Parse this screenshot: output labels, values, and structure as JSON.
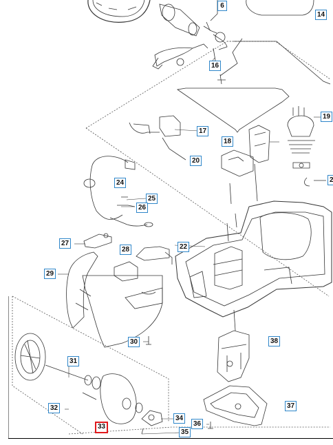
{
  "parts": [
    {
      "id": "p6",
      "label": "6"
    },
    {
      "id": "p14",
      "label": "14"
    },
    {
      "id": "p16",
      "label": "16"
    },
    {
      "id": "p17",
      "label": "17"
    },
    {
      "id": "p18",
      "label": "18"
    },
    {
      "id": "p19",
      "label": "19"
    },
    {
      "id": "p20",
      "label": "20"
    },
    {
      "id": "p24",
      "label": "24"
    },
    {
      "id": "p25",
      "label": "25"
    },
    {
      "id": "p26",
      "label": "26"
    },
    {
      "id": "p27",
      "label": "27"
    },
    {
      "id": "p28",
      "label": "28"
    },
    {
      "id": "p29",
      "label": "29"
    },
    {
      "id": "p22",
      "label": "22"
    },
    {
      "id": "p30",
      "label": "30"
    },
    {
      "id": "p31",
      "label": "31"
    },
    {
      "id": "p32",
      "label": "32"
    },
    {
      "id": "p33",
      "label": "33"
    },
    {
      "id": "p34",
      "label": "34"
    },
    {
      "id": "p35",
      "label": "35"
    },
    {
      "id": "p36",
      "label": "36"
    },
    {
      "id": "p37",
      "label": "37"
    },
    {
      "id": "p38",
      "label": "38"
    },
    {
      "id": "p2x",
      "label": "2"
    }
  ],
  "selected_part": "33",
  "colors": {
    "callout_border": "#2e86c9",
    "selected_border": "#e0191c",
    "line": "#333333"
  }
}
